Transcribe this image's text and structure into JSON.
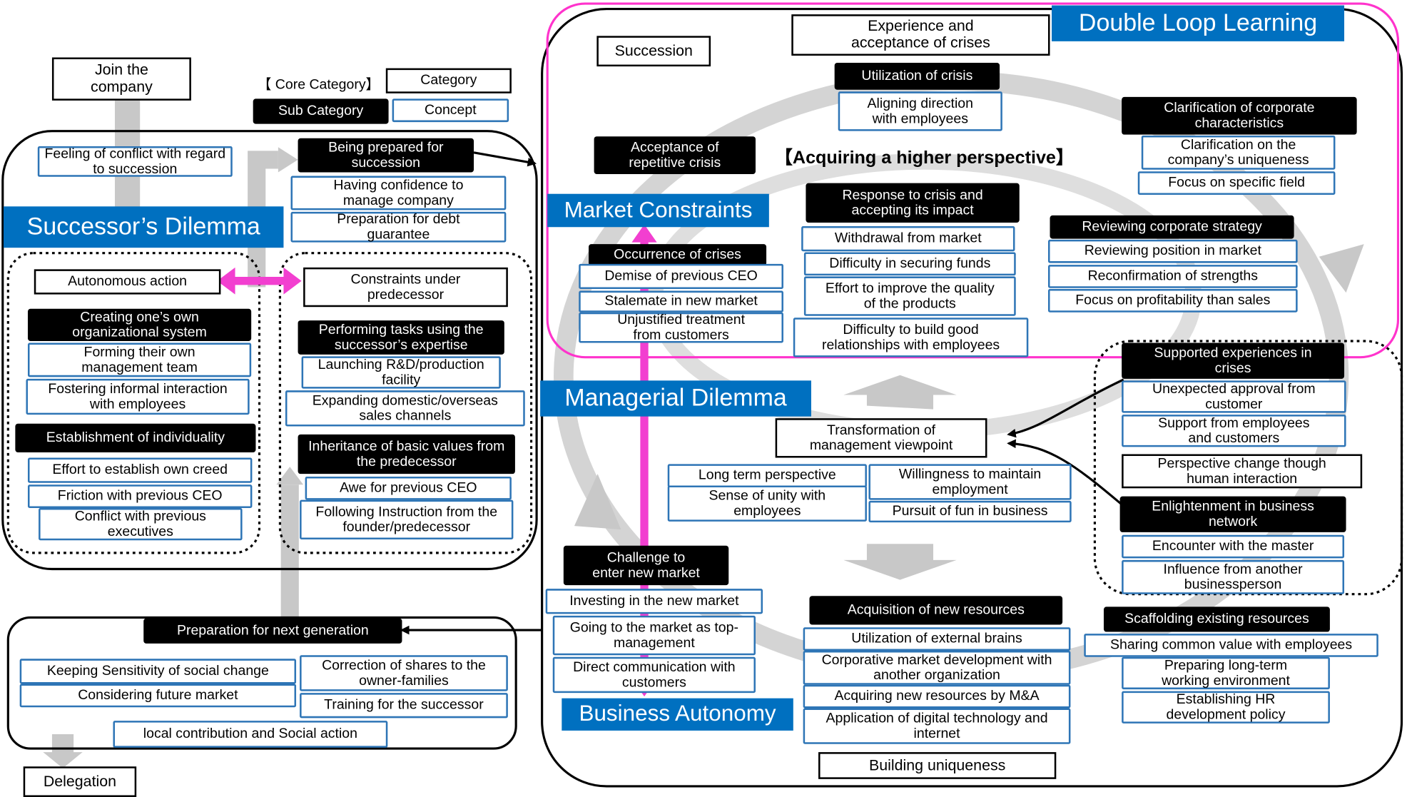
{
  "colors": {
    "core_blue": "#0070c0",
    "concept_border": "#2e75b6",
    "sub_category_bg": "#000000",
    "double_loop_border": "#ff33cc",
    "pink_arrow": "#f23fd0",
    "grey_arrow": "#c8c8c8"
  },
  "legend": {
    "core_category": "【 Core Category】",
    "category": "Category",
    "sub_category": "Sub Category",
    "concept": "Concept"
  },
  "join_company": "Join the company",
  "delegation": "Delegation",
  "successors_dilemma": {
    "title": "Successor’s Dilemma",
    "feeling_conflict": "Feeling of conflict with regard to succession",
    "autonomous_action": "Autonomous action",
    "constraints_predecessor": "Constraints under predecessor",
    "creating_system": {
      "label": "Creating one’s own organizational system",
      "concepts": [
        "Forming their own management team",
        "Fostering informal interaction with employees"
      ]
    },
    "individuality": {
      "label": "Establishment of individuality",
      "concepts": [
        "Effort to establish own creed",
        "Friction with previous CEO",
        "Conflict with previous executives"
      ]
    },
    "being_prepared": {
      "label": "Being prepared for succession",
      "concepts": [
        "Having confidence to manage company",
        "Preparation for debt guarantee"
      ]
    },
    "performing_tasks": {
      "label": "Performing tasks using the successor’s expertise",
      "concepts": [
        "Launching R&D/production facility",
        "Expanding domestic/overseas sales channels"
      ]
    },
    "inheritance": {
      "label": "Inheritance of basic values from the predecessor",
      "concepts": [
        "Awe for previous CEO",
        "Following Instruction from the founder/predecessor"
      ]
    }
  },
  "next_generation": {
    "label": "Preparation for next generation",
    "concepts": [
      "Keeping Sensitivity of social change",
      "Considering future market",
      "Correction of shares to the owner-families",
      "Training for the successor",
      "local contribution and Social action"
    ]
  },
  "double_loop": {
    "title": "Double Loop Learning",
    "succession": "Succession",
    "experience": "Experience and acceptance of crises",
    "higher_perspective": "【Acquiring a higher perspective】",
    "utilization_crisis": {
      "label": "Utilization of crisis",
      "concepts": [
        "Aligning direction with employees"
      ]
    },
    "acceptance_repetitive": "Acceptance of repetitive crisis",
    "clarification": {
      "label": "Clarification of corporate characteristics",
      "concepts": [
        "Clarification on the company’s uniqueness",
        "Focus on specific field"
      ]
    },
    "market_constraints": "Market Constraints",
    "occurrence": {
      "label": "Occurrence of crises",
      "concepts": [
        "Demise of previous CEO",
        "Stalemate in new market",
        "Unjustified treatment from customers"
      ]
    },
    "response": {
      "label": "Response to crisis and accepting its impact",
      "concepts": [
        "Withdrawal from market",
        "Difficulty in securing funds",
        "Effort to improve the quality of the products",
        "Difficulty to build good relationships with employees"
      ]
    },
    "reviewing": {
      "label": "Reviewing corporate strategy",
      "concepts": [
        "Reviewing position in market",
        "Reconfirmation of strengths",
        "Focus on profitability than sales"
      ]
    }
  },
  "managerial": {
    "title": "Managerial Dilemma",
    "transformation": "Transformation of management viewpoint",
    "concepts": [
      "Long term perspective",
      "Sense of unity with employees",
      "Willingness to maintain employment",
      "Pursuit of fun in business"
    ]
  },
  "supported": {
    "label": "Supported experiences in crises",
    "concepts": [
      "Unexpected approval from customer",
      "Support from employees and customers"
    ],
    "perspective_change": "Perspective change though human interaction",
    "enlightenment": {
      "label": "Enlightenment in business network",
      "concepts": [
        "Encounter with the master",
        "Influence from another businessperson"
      ]
    }
  },
  "business_autonomy": {
    "title": "Business Autonomy",
    "challenge": {
      "label": "Challenge to enter new market",
      "concepts": [
        "Investing in the new market",
        "Going to the market as top-management",
        "Direct communication with customers"
      ]
    },
    "acquisition": {
      "label": "Acquisition of new resources",
      "concepts": [
        "Utilization of external brains",
        "Corporative market development with another organization",
        "Acquiring new resources by M&A",
        "Application of digital technology and internet"
      ]
    },
    "scaffolding": {
      "label": "Scaffolding existing resources",
      "concepts": [
        "Sharing common value with employees",
        "Preparing long-term working environment",
        "Establishing HR development policy"
      ]
    },
    "building_uniqueness": "Building uniqueness"
  }
}
